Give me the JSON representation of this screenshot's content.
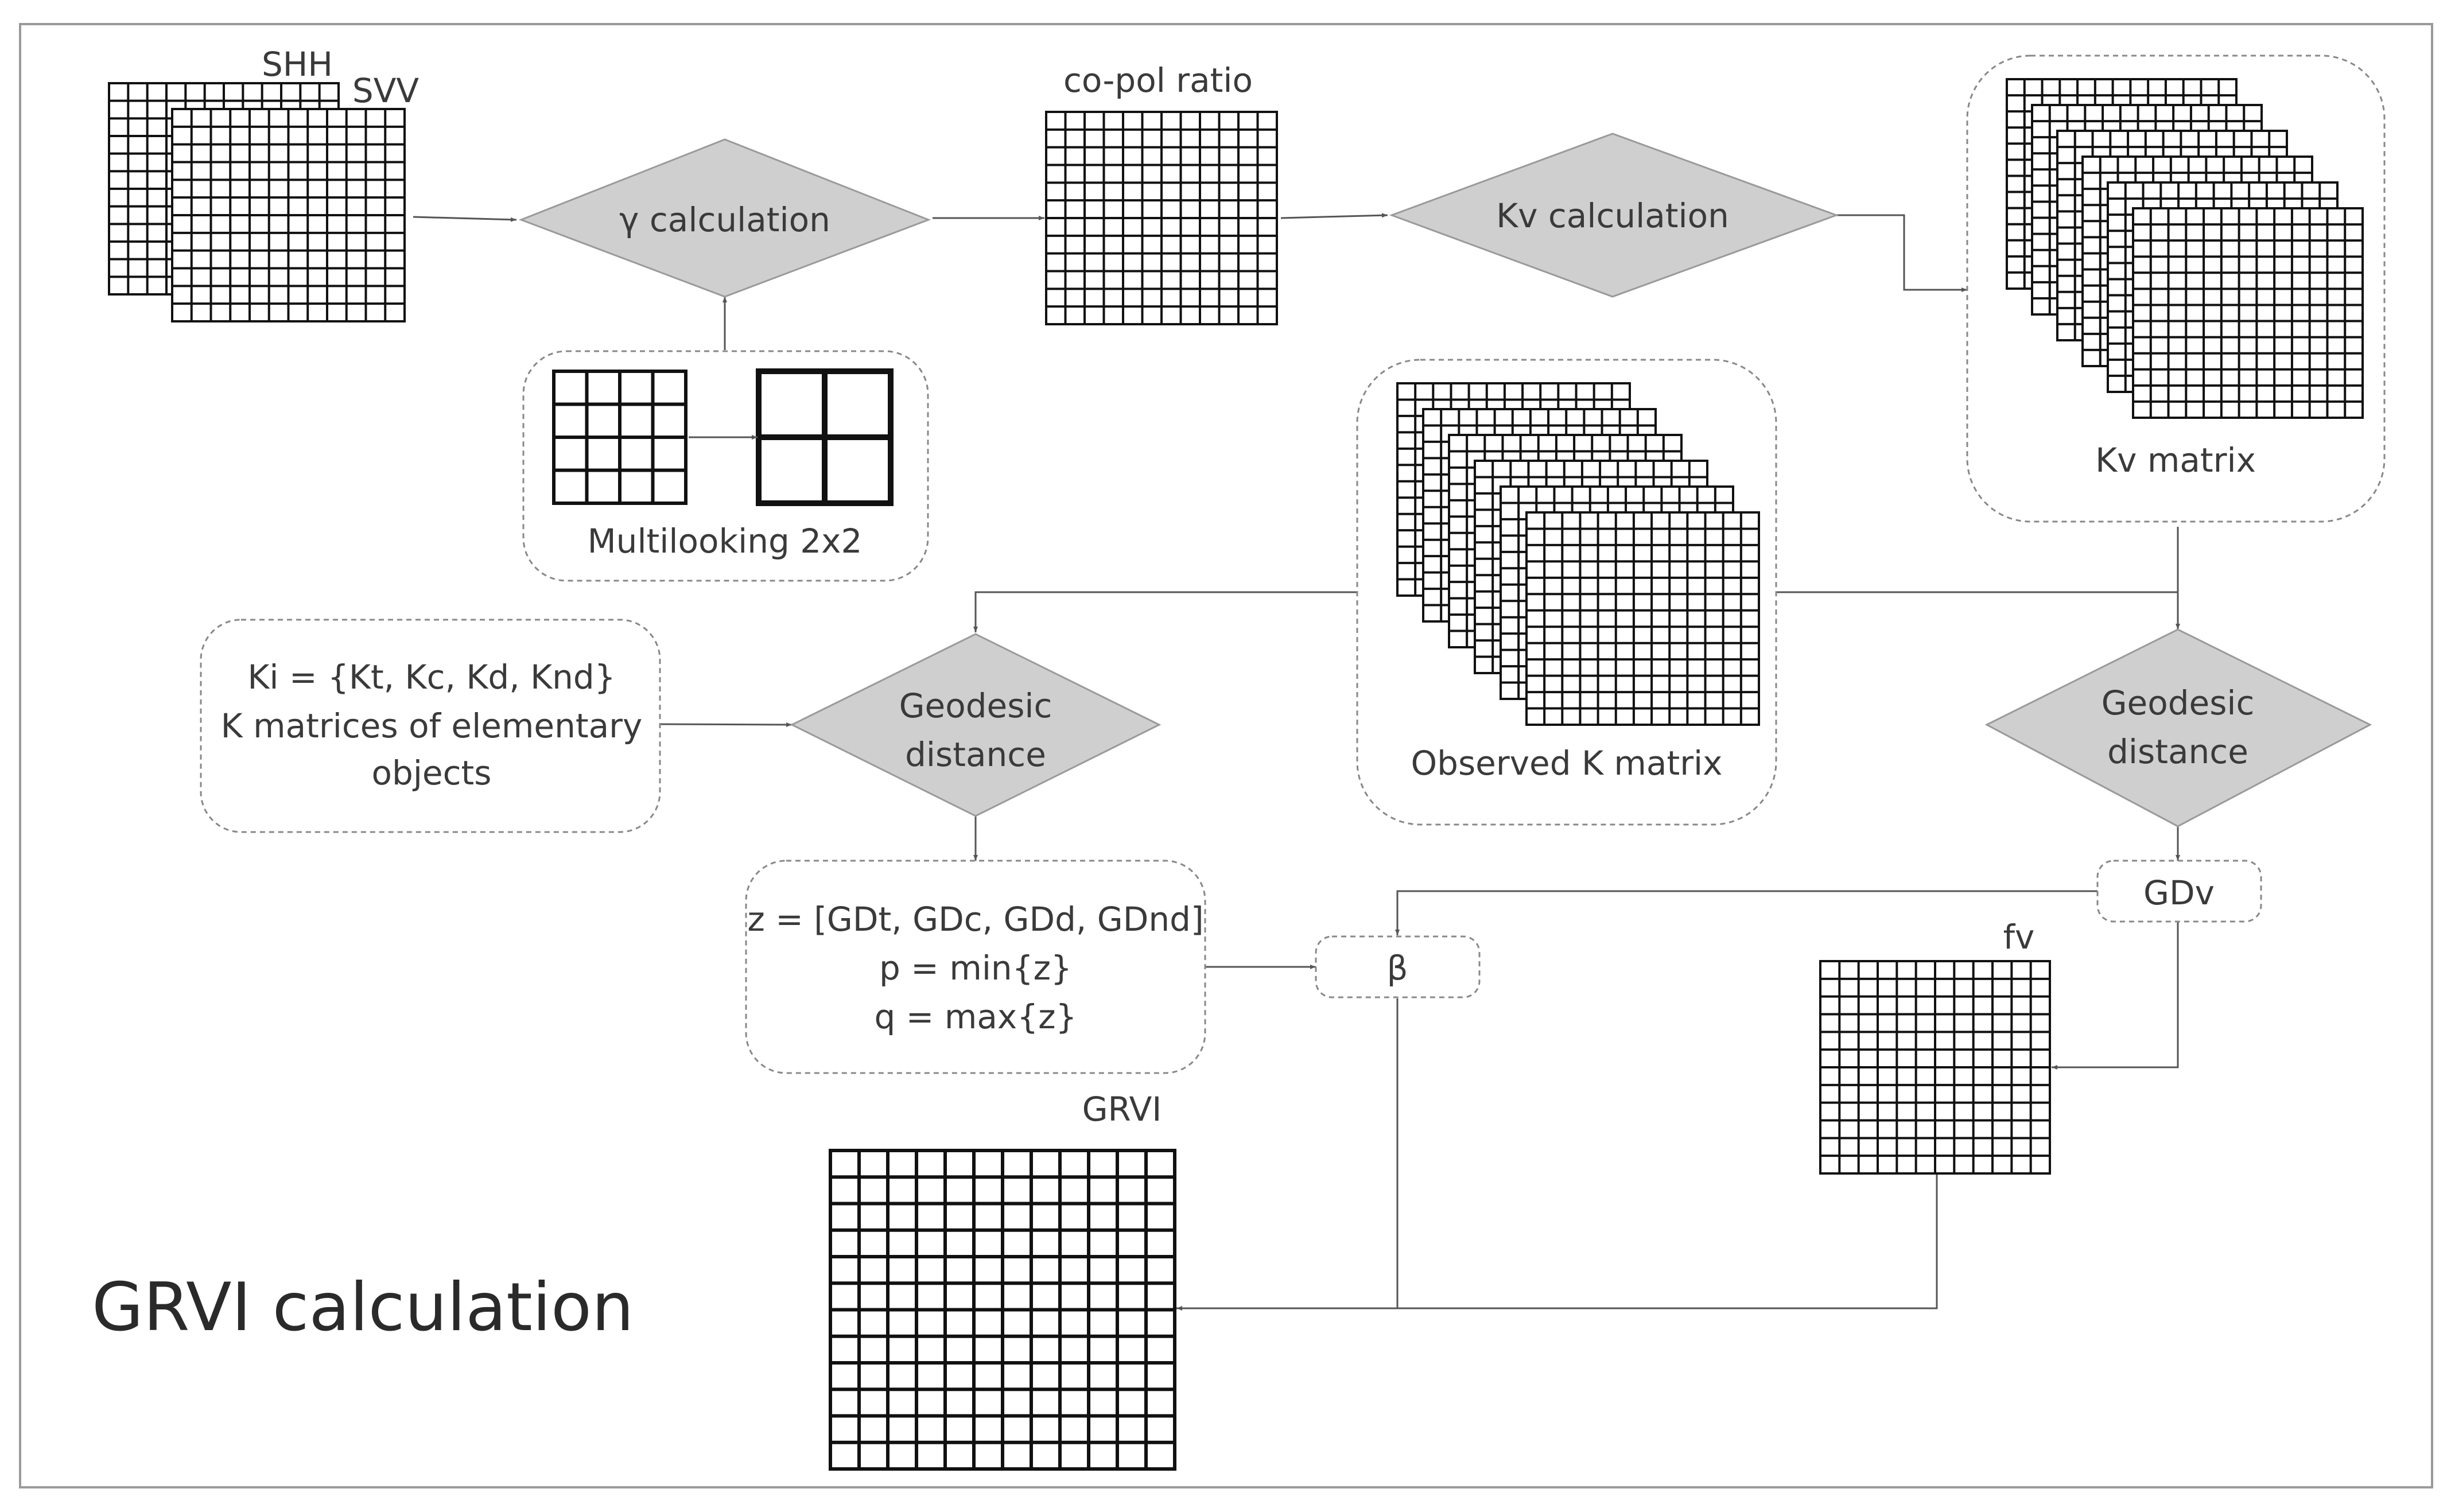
{
  "title": "GRVI calculation",
  "inputs": {
    "shh": "SHH",
    "svv": "SVV"
  },
  "gamma_node": "γ calculation",
  "copol_label": "co-pol ratio",
  "kv_node": "Kv calculation",
  "kv_matrix_label": "Kv matrix",
  "multilook_label": "Multilooking 2x2",
  "observed_label": "Observed K matrix",
  "ki_box": {
    "line1": "Ki = {Kt, Kc, Kd, Knd}",
    "line2": "K matrices of elementary",
    "line3": "objects"
  },
  "geo_left": {
    "line1": "Geodesic",
    "line2": "distance"
  },
  "geo_right": {
    "line1": "Geodesic",
    "line2": "distance"
  },
  "z_box": {
    "line1": "z = [GDt, GDc, GDd, GDnd]",
    "line2": "p = min{z}",
    "line3": "q = max{z}"
  },
  "beta": "β",
  "gdv": "GDv",
  "fv": "fv",
  "grvi_label": "GRVI",
  "colors": {
    "node_fill": "#cfcfcf",
    "node_stroke": "#9a9a9a",
    "line": "#555555",
    "grid": "#111111",
    "dashed_border": "#888888"
  }
}
